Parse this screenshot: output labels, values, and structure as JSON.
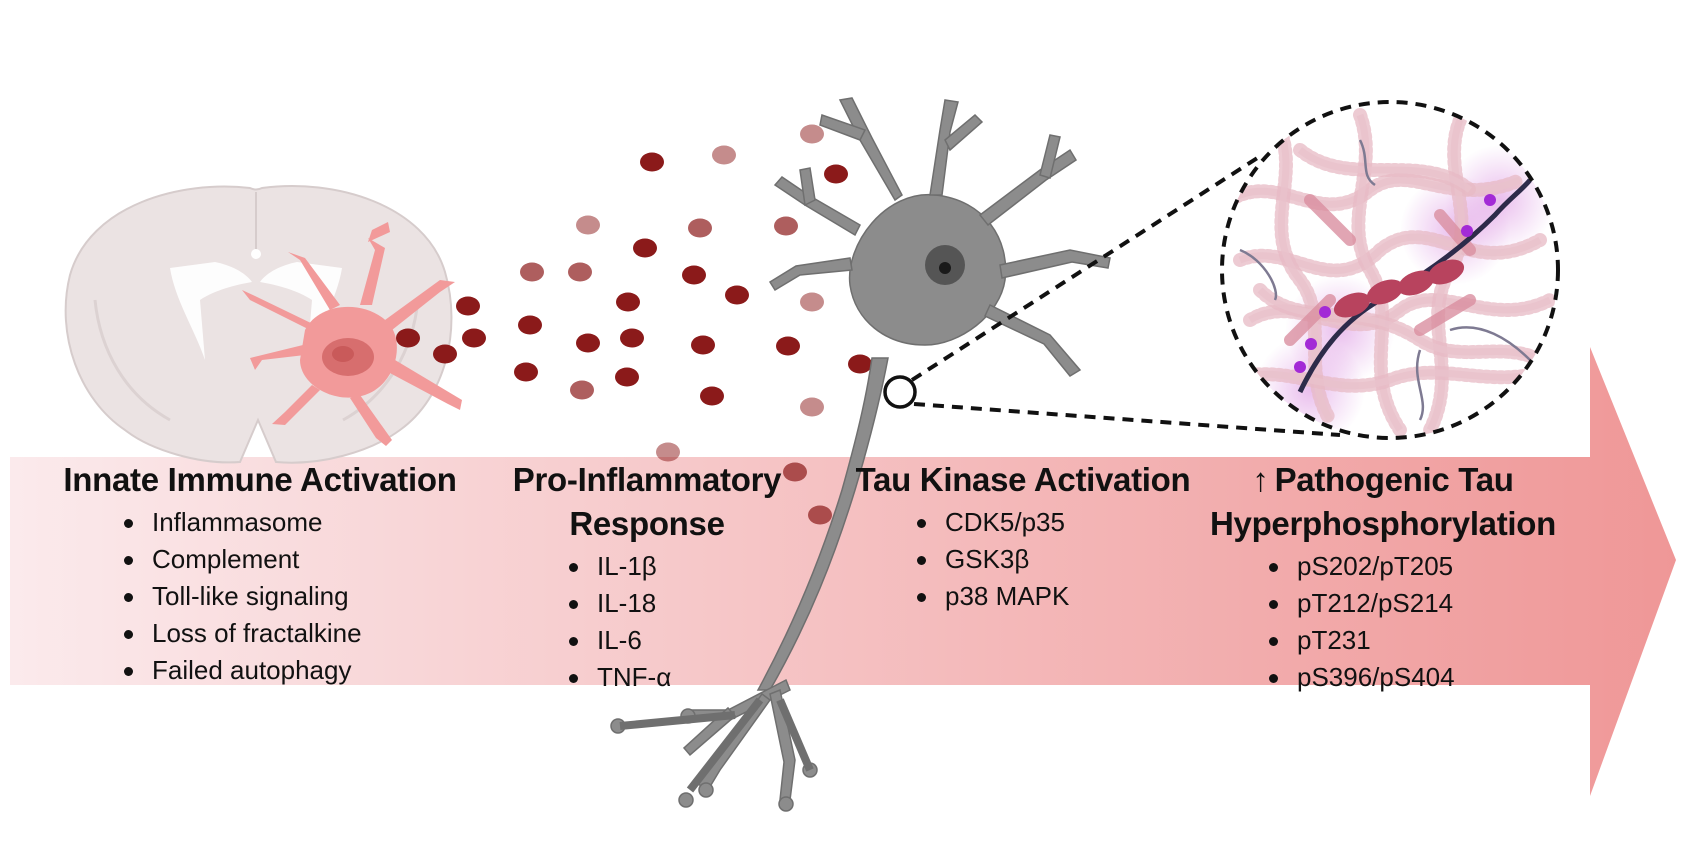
{
  "colors": {
    "arrow_start": "#fbeaec",
    "arrow_end": "#ef9797",
    "brain": "#ebe3e3",
    "microglia": "#f29a9a",
    "cytokine": "#8b1a1a",
    "neuron": "#8c8c8c",
    "tau_strand": "#2d2b4a",
    "tau_fibril": "#b8435e",
    "phospho_site": "#a32ad6"
  },
  "stages": [
    {
      "title": "Innate Immune Activation",
      "items": [
        "Inflammasome",
        "Complement",
        "Toll-like signaling",
        "Loss of fractalkine",
        "Failed autophagy"
      ]
    },
    {
      "title": "Pro-Inflammatory Response",
      "items": [
        "IL-1β",
        "IL-18",
        "IL-6",
        "TNF-α"
      ]
    },
    {
      "title": "Tau Kinase Activation",
      "items": [
        "CDK5/p35",
        "GSK3β",
        "p38 MAPK"
      ]
    },
    {
      "title_arrow": "↑",
      "title": "Pathogenic Tau Hyperphosphorylation",
      "items": [
        "pS202/pT205",
        "pT212/pS214",
        "pT231",
        "pS396/pS404"
      ]
    }
  ]
}
